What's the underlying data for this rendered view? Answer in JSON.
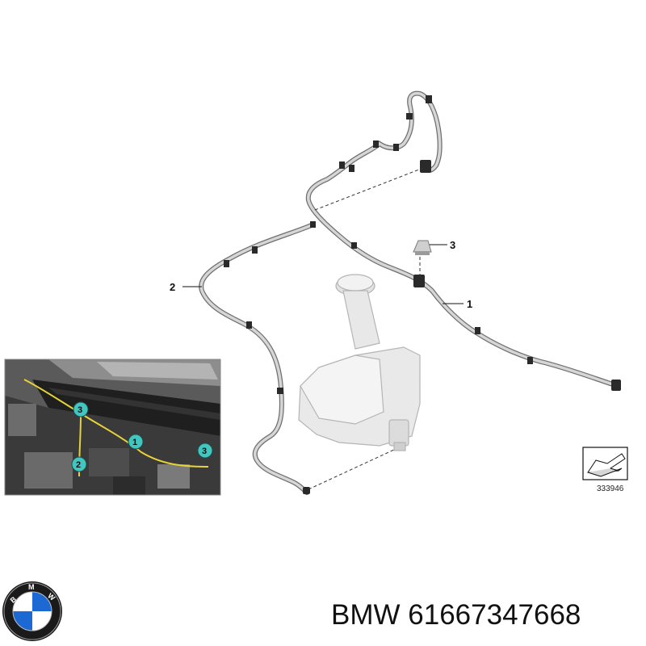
{
  "diagram": {
    "callouts": [
      {
        "id": "1",
        "label": "1"
      },
      {
        "id": "2",
        "label": "2"
      },
      {
        "id": "3",
        "label": "3"
      }
    ],
    "photo_callouts": [
      "1",
      "2",
      "3",
      "3"
    ],
    "reference_number": "333946"
  },
  "brand": {
    "name": "BMW",
    "part_number": "61667347668",
    "logo_letters": "BMW",
    "colors": {
      "blue": "#1c69d4",
      "ring": "#1a1a1a",
      "white": "#ffffff"
    }
  },
  "colors": {
    "hose": "#bfbfbf",
    "hose_edge": "#6f6f6f",
    "clip": "#2a2a2a",
    "photo_marker": "#43c6bf",
    "photo_wire": "#e6d23a"
  }
}
